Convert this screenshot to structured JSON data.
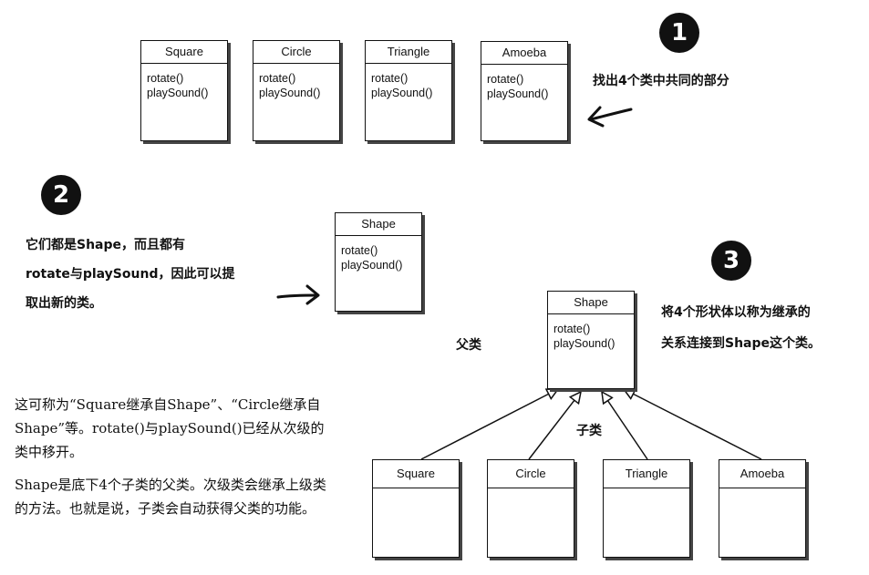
{
  "step1": {
    "badge": "1",
    "classes": [
      {
        "name": "Square",
        "methods": [
          "rotate()",
          "playSound()"
        ]
      },
      {
        "name": "Circle",
        "methods": [
          "rotate()",
          "playSound()"
        ]
      },
      {
        "name": "Triangle",
        "methods": [
          "rotate()",
          "playSound()"
        ]
      },
      {
        "name": "Amoeba",
        "methods": [
          "rotate()",
          "playSound()"
        ]
      }
    ],
    "note": "找出4个类中共同的部分"
  },
  "step2": {
    "badge": "2",
    "note_lines": [
      "它们都是Shape，而且都有",
      "rotate与playSound，因此可以提",
      "取出新的类。"
    ],
    "shape_class": {
      "name": "Shape",
      "methods": [
        "rotate()",
        "playSound()"
      ]
    }
  },
  "step3": {
    "badge": "3",
    "note_lines": [
      "将4个形状体以称为继承的",
      "关系连接到Shape这个类。"
    ],
    "superclass_label": "父类",
    "subclass_label": "子类",
    "superclass": {
      "name": "Shape",
      "methods": [
        "rotate()",
        "playSound()"
      ]
    },
    "subclasses": [
      "Square",
      "Circle",
      "Triangle",
      "Amoeba"
    ]
  },
  "explanation": {
    "paragraph1": "这可称为“Square继承自Shape”、“Circle继承自Shape”等。rotate()与playSound()已经从次级的类中移开。",
    "paragraph2": "Shape是底下4个子类的父类。次级类会继承上级类的方法。也就是说，子类会自动获得父类的功能。"
  }
}
